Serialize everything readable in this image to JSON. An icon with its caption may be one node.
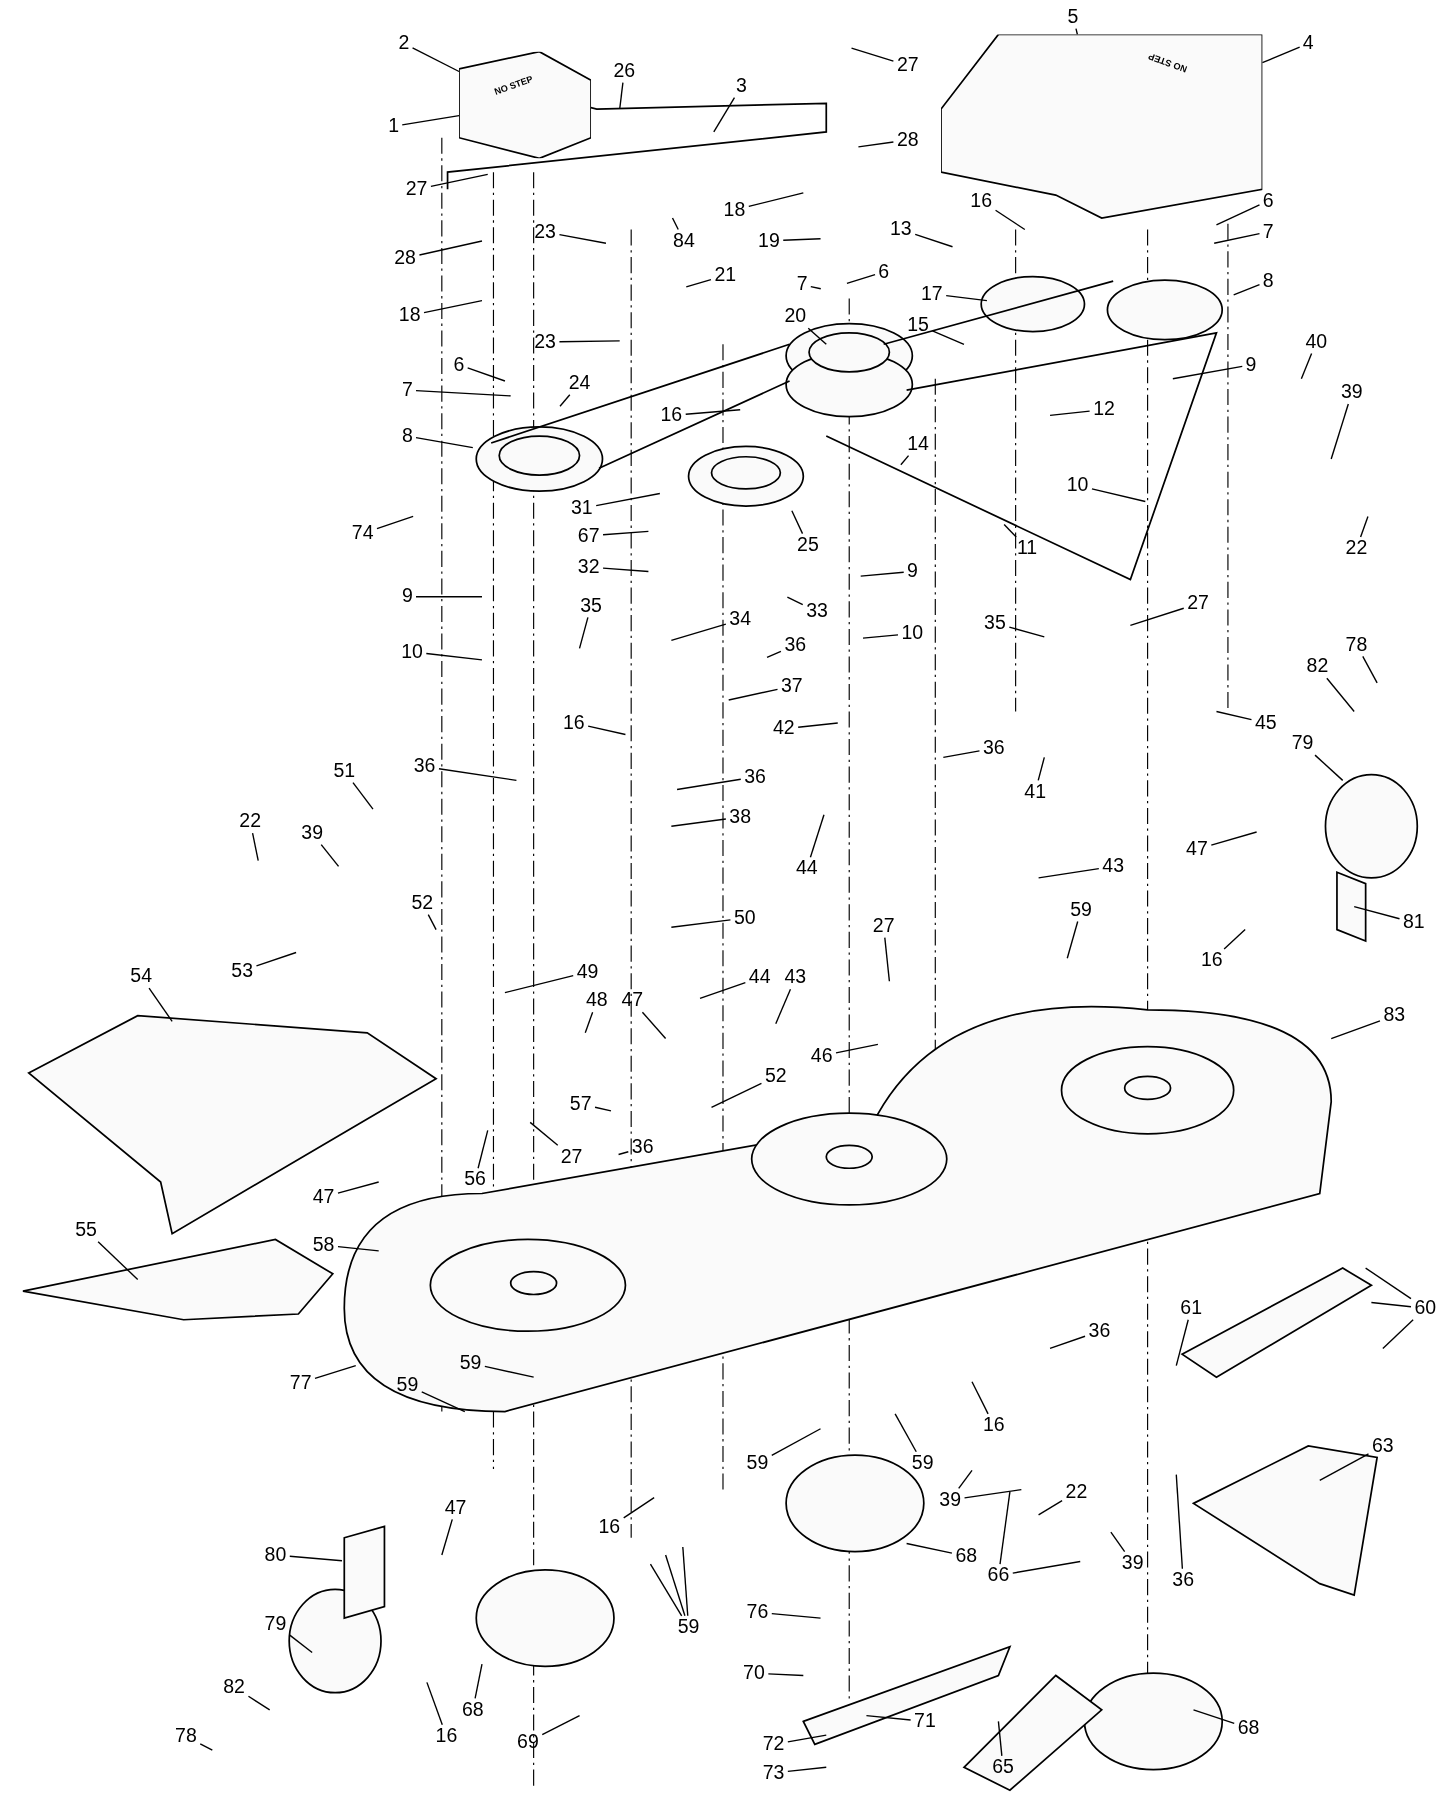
{
  "diagram": {
    "nodes": [
      {
        "text": [
          "2"
        ]
      },
      {
        "text": [
          "4"
        ]
      },
      {
        "text": [
          "5"
        ]
      },
      {
        "text": [
          "26"
        ]
      },
      {
        "text": [
          "3"
        ]
      },
      {
        "text": [
          "27"
        ]
      },
      {
        "text": [
          "1"
        ]
      },
      {
        "text": [
          "28"
        ]
      },
      {
        "text": [
          "27"
        ]
      },
      {
        "text": [
          "16"
        ]
      },
      {
        "text": [
          "6"
        ]
      },
      {
        "text": [
          "18"
        ]
      },
      {
        "text": [
          "13"
        ]
      },
      {
        "text": [
          "7"
        ]
      },
      {
        "text": [
          "23"
        ]
      },
      {
        "text": [
          "84"
        ]
      },
      {
        "text": [
          "19"
        ]
      },
      {
        "text": [
          "28"
        ]
      },
      {
        "text": [
          "21"
        ]
      },
      {
        "text": [
          "7"
        ]
      },
      {
        "text": [
          "6"
        ]
      },
      {
        "text": [
          "17"
        ]
      },
      {
        "text": [
          "8"
        ]
      },
      {
        "text": [
          "18"
        ]
      },
      {
        "text": [
          "20"
        ]
      },
      {
        "text": [
          "15"
        ]
      },
      {
        "text": [
          "23"
        ]
      },
      {
        "text": [
          "40"
        ]
      },
      {
        "text": [
          "6"
        ]
      },
      {
        "text": [
          "9"
        ]
      },
      {
        "text": [
          "24"
        ]
      },
      {
        "text": [
          "7"
        ]
      },
      {
        "text": [
          "39"
        ]
      },
      {
        "text": [
          "12"
        ]
      },
      {
        "text": [
          "16"
        ]
      },
      {
        "text": [
          "8"
        ]
      },
      {
        "text": [
          "14"
        ]
      },
      {
        "text": [
          "10"
        ]
      },
      {
        "text": [
          "31"
        ]
      },
      {
        "text": [
          "11"
        ]
      },
      {
        "text": [
          "74"
        ]
      },
      {
        "text": [
          "67"
        ]
      },
      {
        "text": [
          "25"
        ]
      },
      {
        "text": [
          "22"
        ]
      },
      {
        "text": [
          "32"
        ]
      },
      {
        "text": [
          "9"
        ]
      },
      {
        "text": [
          "9"
        ]
      },
      {
        "text": [
          "35"
        ]
      },
      {
        "text": [
          "27"
        ]
      },
      {
        "text": [
          "33"
        ]
      },
      {
        "text": [
          "35"
        ]
      },
      {
        "text": [
          "34"
        ]
      },
      {
        "text": [
          "10"
        ]
      },
      {
        "text": [
          "36"
        ]
      },
      {
        "text": [
          "78"
        ]
      },
      {
        "text": [
          "10"
        ]
      },
      {
        "text": [
          "82"
        ]
      },
      {
        "text": [
          "37"
        ]
      },
      {
        "text": [
          "16"
        ]
      },
      {
        "text": [
          "45"
        ]
      },
      {
        "text": [
          "42"
        ]
      },
      {
        "text": [
          "79"
        ]
      },
      {
        "text": [
          "36"
        ]
      },
      {
        "text": [
          "51"
        ]
      },
      {
        "text": [
          "36"
        ]
      },
      {
        "text": [
          "36"
        ]
      },
      {
        "text": [
          "41"
        ]
      },
      {
        "text": [
          "38"
        ]
      },
      {
        "text": [
          "22"
        ]
      },
      {
        "text": [
          "39"
        ]
      },
      {
        "text": [
          "47"
        ]
      },
      {
        "text": [
          "43"
        ]
      },
      {
        "text": [
          "44"
        ]
      },
      {
        "text": [
          "52"
        ]
      },
      {
        "text": [
          "59"
        ]
      },
      {
        "text": [
          "50"
        ]
      },
      {
        "text": [
          "27"
        ]
      },
      {
        "text": [
          "81"
        ]
      },
      {
        "text": [
          "16"
        ]
      },
      {
        "text": [
          "53"
        ]
      },
      {
        "text": [
          "49"
        ]
      },
      {
        "text": [
          "54"
        ]
      },
      {
        "text": [
          "44"
        ]
      },
      {
        "text": [
          "43"
        ]
      },
      {
        "text": [
          "48"
        ]
      },
      {
        "text": [
          "47"
        ]
      },
      {
        "text": [
          "83"
        ]
      },
      {
        "text": [
          "46"
        ]
      },
      {
        "text": [
          "52"
        ]
      },
      {
        "text": [
          "57"
        ]
      },
      {
        "text": [
          "27"
        ]
      },
      {
        "text": [
          "36"
        ]
      },
      {
        "text": [
          "56"
        ]
      },
      {
        "text": [
          "47"
        ]
      },
      {
        "text": [
          "55"
        ]
      },
      {
        "text": [
          "58"
        ]
      },
      {
        "text": [
          "61"
        ]
      },
      {
        "text": [
          "60"
        ]
      },
      {
        "text": [
          "36"
        ]
      },
      {
        "text": [
          "59"
        ]
      },
      {
        "text": [
          "77"
        ]
      },
      {
        "text": [
          "59"
        ]
      },
      {
        "text": [
          "16"
        ]
      },
      {
        "text": [
          "63"
        ]
      },
      {
        "text": [
          "59"
        ]
      },
      {
        "text": [
          "59"
        ]
      },
      {
        "text": [
          "22"
        ]
      },
      {
        "text": [
          "39"
        ]
      },
      {
        "text": [
          "16"
        ]
      },
      {
        "text": [
          "47"
        ]
      },
      {
        "text": [
          "80"
        ]
      },
      {
        "text": [
          "68"
        ]
      },
      {
        "text": [
          "39"
        ]
      },
      {
        "text": [
          "66"
        ]
      },
      {
        "text": [
          "36"
        ]
      },
      {
        "text": [
          "76"
        ]
      },
      {
        "text": [
          "79"
        ]
      },
      {
        "text": [
          "59"
        ]
      },
      {
        "text": [
          "70"
        ]
      },
      {
        "text": [
          "68"
        ]
      },
      {
        "text": [
          "82"
        ]
      },
      {
        "text": [
          "71"
        ]
      },
      {
        "text": [
          "16"
        ]
      },
      {
        "text": [
          "69"
        ]
      },
      {
        "text": [
          "78"
        ]
      },
      {
        "text": [
          "68"
        ]
      },
      {
        "text": [
          "72"
        ]
      },
      {
        "text": [
          "65"
        ]
      },
      {
        "text": [
          "73"
        ]
      },
      {
        "text": [
          "NO STEP"
        ]
      },
      {
        "text": [
          "NO STEP"
        ]
      }
    ],
    "edges": [
      {
        "from": 0,
        "to": 129,
        "arrow": "none"
      },
      {
        "from": 1,
        "to": 130,
        "arrow": "none"
      },
      {
        "from": 2,
        "to": 130,
        "arrow": "none"
      },
      {
        "from": 3,
        "to": null,
        "arrow": "none"
      },
      {
        "from": 4,
        "to": null,
        "arrow": "none"
      },
      {
        "from": 5,
        "to": null,
        "arrow": "none"
      },
      {
        "from": 6,
        "to": 129,
        "arrow": "none"
      },
      {
        "from": 7,
        "to": null,
        "arrow": "none"
      },
      {
        "from": 8,
        "to": null,
        "arrow": "none"
      },
      {
        "from": 9,
        "to": null,
        "arrow": "none"
      },
      {
        "from": 10,
        "to": null,
        "arrow": "none"
      },
      {
        "from": 11,
        "to": null,
        "arrow": "none"
      },
      {
        "from": 12,
        "to": null,
        "arrow": "none"
      },
      {
        "from": 13,
        "to": null,
        "arrow": "none"
      },
      {
        "from": 14,
        "to": null,
        "arrow": "none"
      },
      {
        "from": 15,
        "to": null,
        "arrow": "none"
      },
      {
        "from": 16,
        "to": null,
        "arrow": "none"
      },
      {
        "from": 17,
        "to": null,
        "arrow": "none"
      },
      {
        "from": 18,
        "to": null,
        "arrow": "none"
      },
      {
        "from": 19,
        "to": null,
        "arrow": "none"
      },
      {
        "from": 20,
        "to": null,
        "arrow": "none"
      },
      {
        "from": 21,
        "to": null,
        "arrow": "none"
      },
      {
        "from": 22,
        "to": null,
        "arrow": "none"
      },
      {
        "from": 23,
        "to": null,
        "arrow": "none"
      },
      {
        "from": 24,
        "to": null,
        "arrow": "none"
      },
      {
        "from": 25,
        "to": null,
        "arrow": "none"
      },
      {
        "from": 26,
        "to": null,
        "arrow": "none"
      },
      {
        "from": 27,
        "to": null,
        "arrow": "none"
      },
      {
        "from": 28,
        "to": null,
        "arrow": "none"
      },
      {
        "from": 29,
        "to": null,
        "arrow": "none"
      },
      {
        "from": 30,
        "to": null,
        "arrow": "none"
      },
      {
        "from": 31,
        "to": null,
        "arrow": "none"
      },
      {
        "from": 32,
        "to": null,
        "arrow": "none"
      },
      {
        "from": 33,
        "to": null,
        "arrow": "none"
      },
      {
        "from": 34,
        "to": null,
        "arrow": "none"
      },
      {
        "from": 35,
        "to": null,
        "arrow": "none"
      },
      {
        "from": 36,
        "to": null,
        "arrow": "none"
      },
      {
        "from": 37,
        "to": null,
        "arrow": "none"
      },
      {
        "from": 38,
        "to": null,
        "arrow": "none"
      },
      {
        "from": 39,
        "to": null,
        "arrow": "none"
      },
      {
        "from": 40,
        "to": null,
        "arrow": "none"
      },
      {
        "from": 41,
        "to": null,
        "arrow": "none"
      },
      {
        "from": 42,
        "to": null,
        "arrow": "none"
      },
      {
        "from": 43,
        "to": null,
        "arrow": "none"
      },
      {
        "from": 44,
        "to": null,
        "arrow": "none"
      },
      {
        "from": 45,
        "to": null,
        "arrow": "none"
      },
      {
        "from": 46,
        "to": null,
        "arrow": "none"
      },
      {
        "from": 47,
        "to": null,
        "arrow": "none"
      },
      {
        "from": 48,
        "to": null,
        "arrow": "none"
      },
      {
        "from": 49,
        "to": null,
        "arrow": "none"
      },
      {
        "from": 50,
        "to": null,
        "arrow": "none"
      },
      {
        "from": 51,
        "to": null,
        "arrow": "none"
      },
      {
        "from": 52,
        "to": null,
        "arrow": "none"
      },
      {
        "from": 53,
        "to": null,
        "arrow": "none"
      },
      {
        "from": 54,
        "to": null,
        "arrow": "none"
      },
      {
        "from": 55,
        "to": null,
        "arrow": "none"
      },
      {
        "from": 56,
        "to": null,
        "arrow": "none"
      },
      {
        "from": 57,
        "to": null,
        "arrow": "none"
      },
      {
        "from": 58,
        "to": null,
        "arrow": "none"
      },
      {
        "from": 59,
        "to": null,
        "arrow": "none"
      },
      {
        "from": 60,
        "to": null,
        "arrow": "none"
      },
      {
        "from": 61,
        "to": null,
        "arrow": "none"
      },
      {
        "from": 62,
        "to": null,
        "arrow": "none"
      },
      {
        "from": 63,
        "to": null,
        "arrow": "none"
      },
      {
        "from": 64,
        "to": null,
        "arrow": "none"
      },
      {
        "from": 65,
        "to": null,
        "arrow": "none"
      },
      {
        "from": 66,
        "to": null,
        "arrow": "none"
      },
      {
        "from": 67,
        "to": null,
        "arrow": "none"
      },
      {
        "from": 68,
        "to": null,
        "arrow": "none"
      },
      {
        "from": 69,
        "to": null,
        "arrow": "none"
      },
      {
        "from": 70,
        "to": null,
        "arrow": "none"
      },
      {
        "from": 71,
        "to": null,
        "arrow": "none"
      },
      {
        "from": 72,
        "to": null,
        "arrow": "none"
      },
      {
        "from": 73,
        "to": null,
        "arrow": "none"
      },
      {
        "from": 74,
        "to": null,
        "arrow": "none"
      },
      {
        "from": 75,
        "to": null,
        "arrow": "none"
      },
      {
        "from": 76,
        "to": null,
        "arrow": "none"
      },
      {
        "from": 77,
        "to": null,
        "arrow": "none"
      },
      {
        "from": 78,
        "to": null,
        "arrow": "none"
      },
      {
        "from": 79,
        "to": null,
        "arrow": "none"
      },
      {
        "from": 80,
        "to": null,
        "arrow": "none"
      },
      {
        "from": 81,
        "to": null,
        "arrow": "none"
      },
      {
        "from": 82,
        "to": null,
        "arrow": "none"
      },
      {
        "from": 83,
        "to": null,
        "arrow": "none"
      },
      {
        "from": 84,
        "to": null,
        "arrow": "none"
      },
      {
        "from": 85,
        "to": null,
        "arrow": "none"
      },
      {
        "from": 86,
        "to": null,
        "arrow": "none"
      },
      {
        "from": 87,
        "to": null,
        "arrow": "none"
      },
      {
        "from": 88,
        "to": null,
        "arrow": "none"
      },
      {
        "from": 89,
        "to": null,
        "arrow": "none"
      },
      {
        "from": 90,
        "to": null,
        "arrow": "none"
      },
      {
        "from": 91,
        "to": null,
        "arrow": "none"
      },
      {
        "from": 92,
        "to": null,
        "arrow": "none"
      },
      {
        "from": 93,
        "to": null,
        "arrow": "none"
      },
      {
        "from": 94,
        "to": null,
        "arrow": "none"
      },
      {
        "from": 95,
        "to": null,
        "arrow": "none"
      },
      {
        "from": 96,
        "to": null,
        "arrow": "none"
      },
      {
        "from": 97,
        "to": null,
        "arrow": "none"
      },
      {
        "from": 97,
        "to": null,
        "arrow": "none"
      },
      {
        "from": 97,
        "to": null,
        "arrow": "none"
      },
      {
        "from": 98,
        "to": null,
        "arrow": "none"
      },
      {
        "from": 99,
        "to": null,
        "arrow": "none"
      },
      {
        "from": 100,
        "to": null,
        "arrow": "none"
      },
      {
        "from": 101,
        "to": null,
        "arrow": "none"
      },
      {
        "from": 102,
        "to": null,
        "arrow": "none"
      },
      {
        "from": 103,
        "to": null,
        "arrow": "none"
      },
      {
        "from": 104,
        "to": null,
        "arrow": "none"
      },
      {
        "from": 105,
        "to": null,
        "arrow": "none"
      },
      {
        "from": 106,
        "to": null,
        "arrow": "none"
      },
      {
        "from": 107,
        "to": null,
        "arrow": "none"
      },
      {
        "from": 107,
        "to": null,
        "arrow": "none"
      },
      {
        "from": 108,
        "to": null,
        "arrow": "none"
      },
      {
        "from": 109,
        "to": null,
        "arrow": "none"
      },
      {
        "from": 110,
        "to": null,
        "arrow": "none"
      },
      {
        "from": 111,
        "to": null,
        "arrow": "none"
      },
      {
        "from": 112,
        "to": null,
        "arrow": "none"
      },
      {
        "from": 113,
        "to": null,
        "arrow": "none"
      },
      {
        "from": 113,
        "to": null,
        "arrow": "none"
      },
      {
        "from": 114,
        "to": null,
        "arrow": "none"
      },
      {
        "from": 115,
        "to": null,
        "arrow": "none"
      },
      {
        "from": 116,
        "to": null,
        "arrow": "none"
      },
      {
        "from": 117,
        "to": null,
        "arrow": "none"
      },
      {
        "from": 117,
        "to": null,
        "arrow": "none"
      },
      {
        "from": 117,
        "to": null,
        "arrow": "none"
      },
      {
        "from": 118,
        "to": null,
        "arrow": "none"
      },
      {
        "from": 119,
        "to": null,
        "arrow": "none"
      },
      {
        "from": 120,
        "to": null,
        "arrow": "none"
      },
      {
        "from": 121,
        "to": null,
        "arrow": "none"
      },
      {
        "from": 122,
        "to": null,
        "arrow": "none"
      },
      {
        "from": 123,
        "to": null,
        "arrow": "none"
      },
      {
        "from": 124,
        "to": null,
        "arrow": "none"
      },
      {
        "from": 125,
        "to": null,
        "arrow": "none"
      },
      {
        "from": 126,
        "to": null,
        "arrow": "none"
      },
      {
        "from": 127,
        "to": null,
        "arrow": "none"
      },
      {
        "from": 128,
        "to": null,
        "arrow": "none"
      }
    ]
  }
}
